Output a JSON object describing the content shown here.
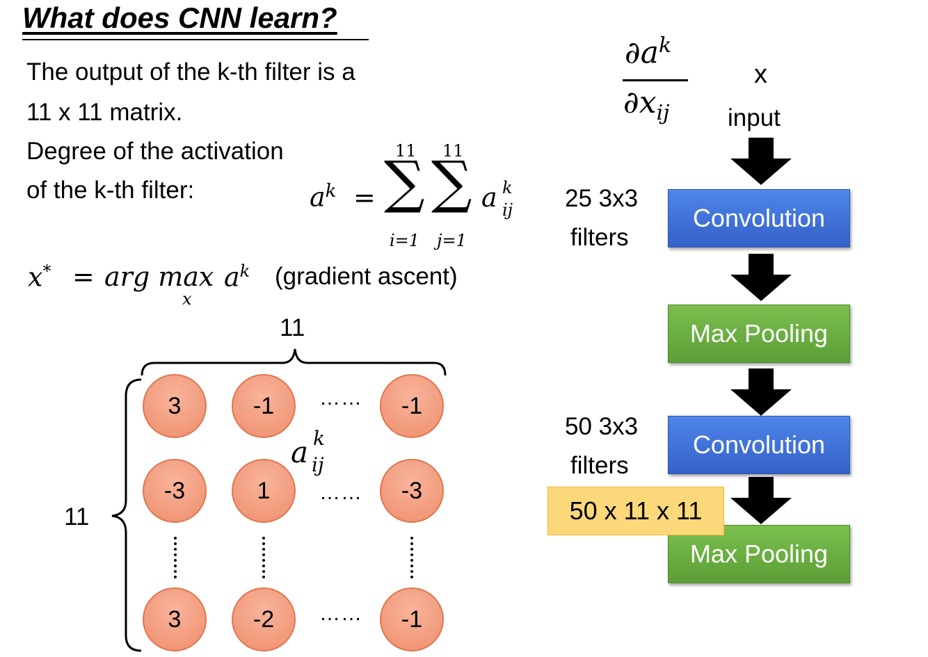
{
  "title": "What does CNN learn?",
  "text": {
    "line1": "The output of the k-th filter is a",
    "line2": "11 x 11 matrix.",
    "line3": "Degree of the activation",
    "line4": "of the k-th filter:",
    "gradient_ascent": "(gradient ascent)"
  },
  "formula": {
    "ak": "a",
    "k": "k",
    "eq": "=",
    "sum_top": "11",
    "sum_sym": "∑",
    "i_eq_1": "i=1",
    "j_eq_1": "j=1",
    "a": "a",
    "ij": "ij",
    "xstar": "x",
    "star": "*",
    "argmax": "arg max",
    "max_sub": "x"
  },
  "derivative": {
    "num_d": "∂a",
    "num_k": "k",
    "den_d": "∂x",
    "den_ij": "ij"
  },
  "matrix": {
    "top_label": "11",
    "side_label": "11",
    "rows": [
      [
        "3",
        "-1",
        "-1"
      ],
      [
        "-3",
        "1",
        "-3"
      ],
      [
        "3",
        "-2",
        "-1"
      ]
    ],
    "hdots": "……",
    "element_label_a": "a",
    "element_label_k": "k",
    "element_label_ij": "ij"
  },
  "flow": {
    "x_label": "x",
    "input_label": "input",
    "conv1_label": "Convolution",
    "conv1_side_1": "25 3x3",
    "conv1_side_2": "filters",
    "pool1_label": "Max Pooling",
    "conv2_label": "Convolution",
    "conv2_side_1": "50 3x3",
    "conv2_side_2": "filters",
    "output_shape": "50 x 11 x 11",
    "pool2_label": "Max Pooling"
  },
  "colors": {
    "conv": "#3f72db",
    "pool": "#6aad42",
    "node": "#f4a084",
    "highlight": "#fdd87a"
  }
}
